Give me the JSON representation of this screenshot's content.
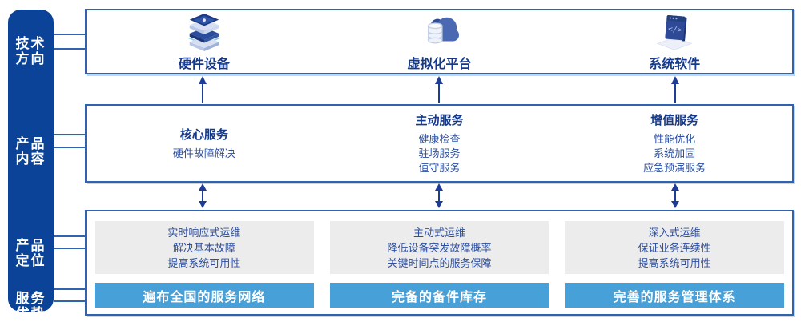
{
  "palette": {
    "rail_navy": "#0a4397",
    "border_blue": "#2f63b0",
    "title_navy": "#153a8c",
    "body_blue": "#2d4f9f",
    "gray_panel": "#ececec",
    "advantage_blue": "#47a0d8",
    "arrow_navy": "#1c3c95"
  },
  "sidebar": {
    "sections": [
      {
        "label": "技术\n方向"
      },
      {
        "label": "产品\n内容"
      },
      {
        "label": "产品\n定位"
      },
      {
        "label": "服务\n优势"
      }
    ]
  },
  "tech_row": {
    "items": [
      {
        "icon": "server-stack-icon",
        "label": "硬件设备"
      },
      {
        "icon": "cloud-database-icon",
        "label": "虚拟化平台"
      },
      {
        "icon": "software-window-icon",
        "label": "系统软件"
      }
    ]
  },
  "content_row": {
    "columns": [
      {
        "title": "核心服务",
        "items": [
          "硬件故障解决"
        ]
      },
      {
        "title": "主动服务",
        "items": [
          "健康检查",
          "驻场服务",
          "值守服务"
        ]
      },
      {
        "title": "增值服务",
        "items": [
          "性能优化",
          "系统加固",
          "应急预演服务"
        ]
      }
    ]
  },
  "positioning_row": {
    "columns": [
      {
        "lines": [
          "实时响应式运维",
          "解决基本故障",
          "提高系统可用性"
        ],
        "advantage": "遍布全国的服务网络"
      },
      {
        "lines": [
          "主动式运维",
          "降低设备突发故障概率",
          "关键时间点的服务保障"
        ],
        "advantage": "完备的备件库存"
      },
      {
        "lines": [
          "深入式运维",
          "保证业务连续性",
          "提高系统可用性"
        ],
        "advantage": "完善的服务管理体系"
      }
    ]
  }
}
